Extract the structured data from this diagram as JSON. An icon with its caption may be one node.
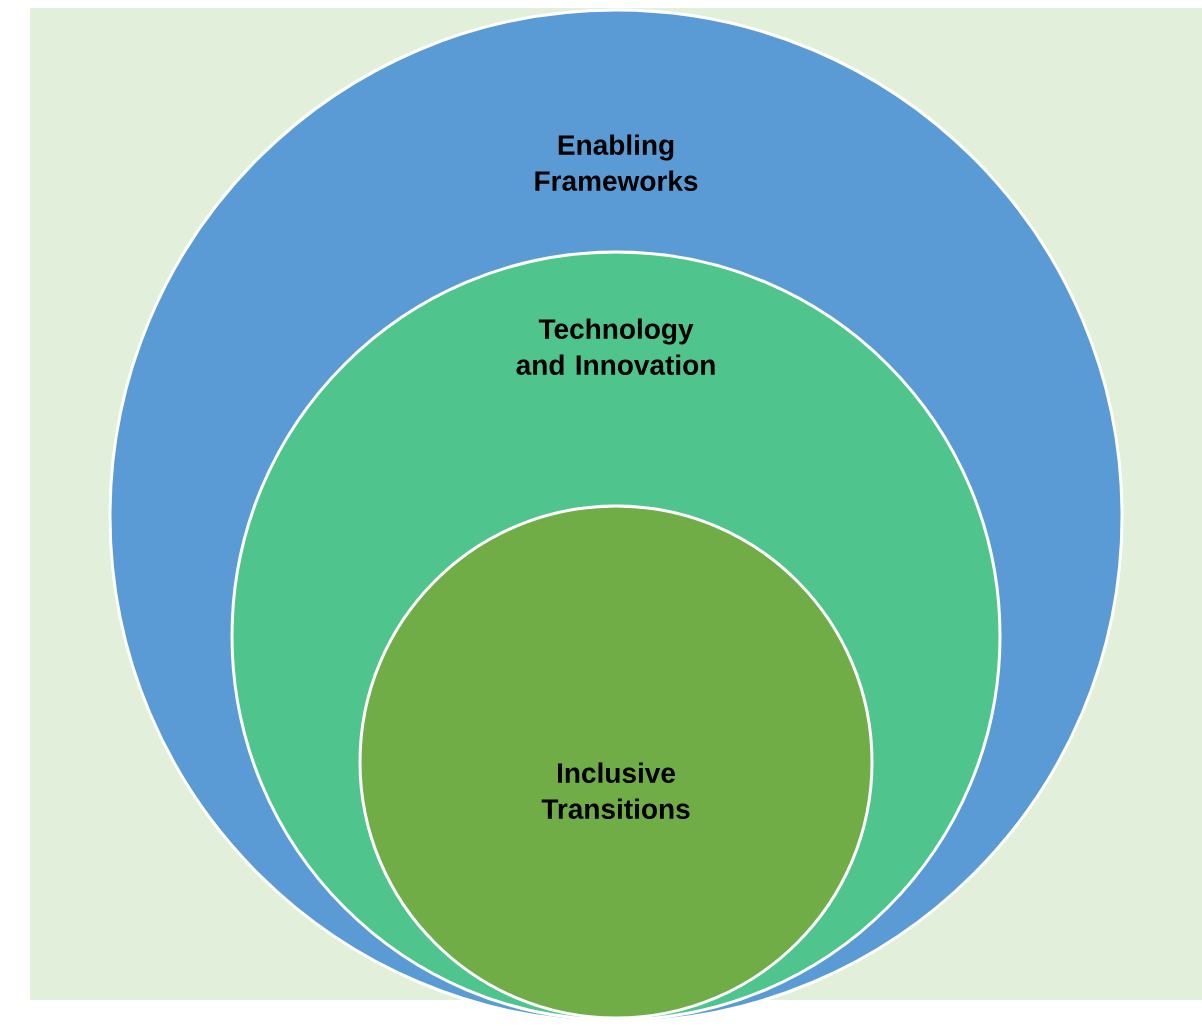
{
  "diagram": {
    "nodes": [
      {
        "text": [
          "Enabling Frameworks"
        ]
      },
      {
        "text": [
          "Technology and Innovation"
        ],
        "in": 0
      },
      {
        "text": [
          "Inclusive Transitions"
        ],
        "in": 1
      }
    ]
  }
}
